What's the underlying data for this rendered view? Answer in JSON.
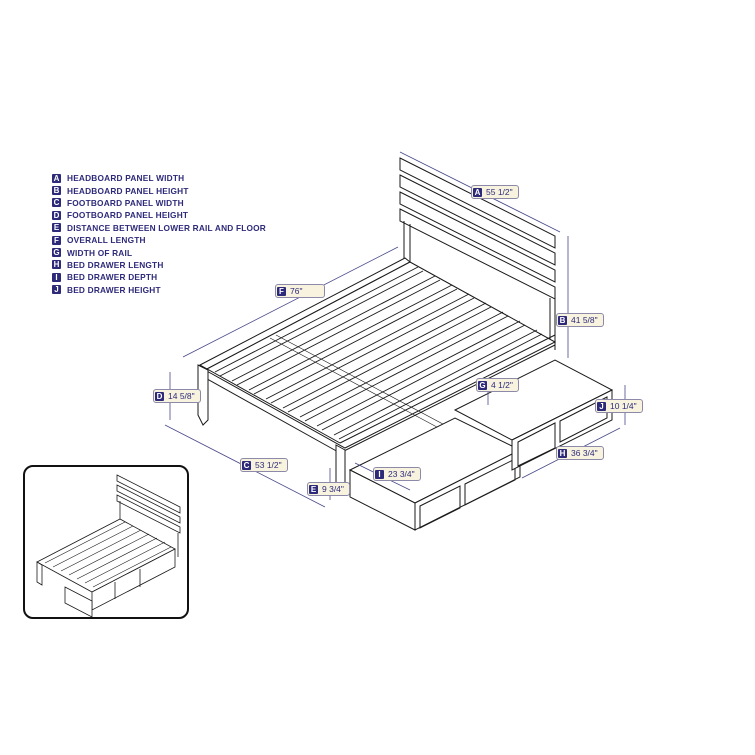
{
  "legend": {
    "items": [
      {
        "key": "A",
        "label": "HEADBOARD PANEL WIDTH"
      },
      {
        "key": "B",
        "label": "HEADBOARD PANEL HEIGHT"
      },
      {
        "key": "C",
        "label": "FOOTBOARD PANEL WIDTH"
      },
      {
        "key": "D",
        "label": "FOOTBOARD PANEL HEIGHT"
      },
      {
        "key": "E",
        "label": "DISTANCE BETWEEN LOWER RAIL AND FLOOR"
      },
      {
        "key": "F",
        "label": "OVERALL LENGTH"
      },
      {
        "key": "G",
        "label": "WIDTH OF RAIL"
      },
      {
        "key": "H",
        "label": "BED DRAWER LENGTH"
      },
      {
        "key": "I",
        "label": "BED DRAWER DEPTH"
      },
      {
        "key": "J",
        "label": "BED DRAWER HEIGHT"
      }
    ]
  },
  "dimensions": {
    "A": {
      "key": "A",
      "value": "55 1/2\""
    },
    "B": {
      "key": "B",
      "value": "41 5/8\""
    },
    "C": {
      "key": "C",
      "value": "53 1/2\""
    },
    "D": {
      "key": "D",
      "value": "14 5/8\""
    },
    "E": {
      "key": "E",
      "value": "9 3/4\""
    },
    "F": {
      "key": "F",
      "value": "76\""
    },
    "G": {
      "key": "G",
      "value": "4 1/2\""
    },
    "H": {
      "key": "H",
      "value": "36 3/4\""
    },
    "I": {
      "key": "I",
      "value": "23 3/4\""
    },
    "J": {
      "key": "J",
      "value": "10 1/4\""
    }
  },
  "colors": {
    "accent": "#2e2a7a",
    "label_bg": "#f7f3df",
    "line": "#1a1a1a",
    "dim_line": "#4a4a8a"
  },
  "inset": {
    "description": "bed-thumbnail"
  }
}
